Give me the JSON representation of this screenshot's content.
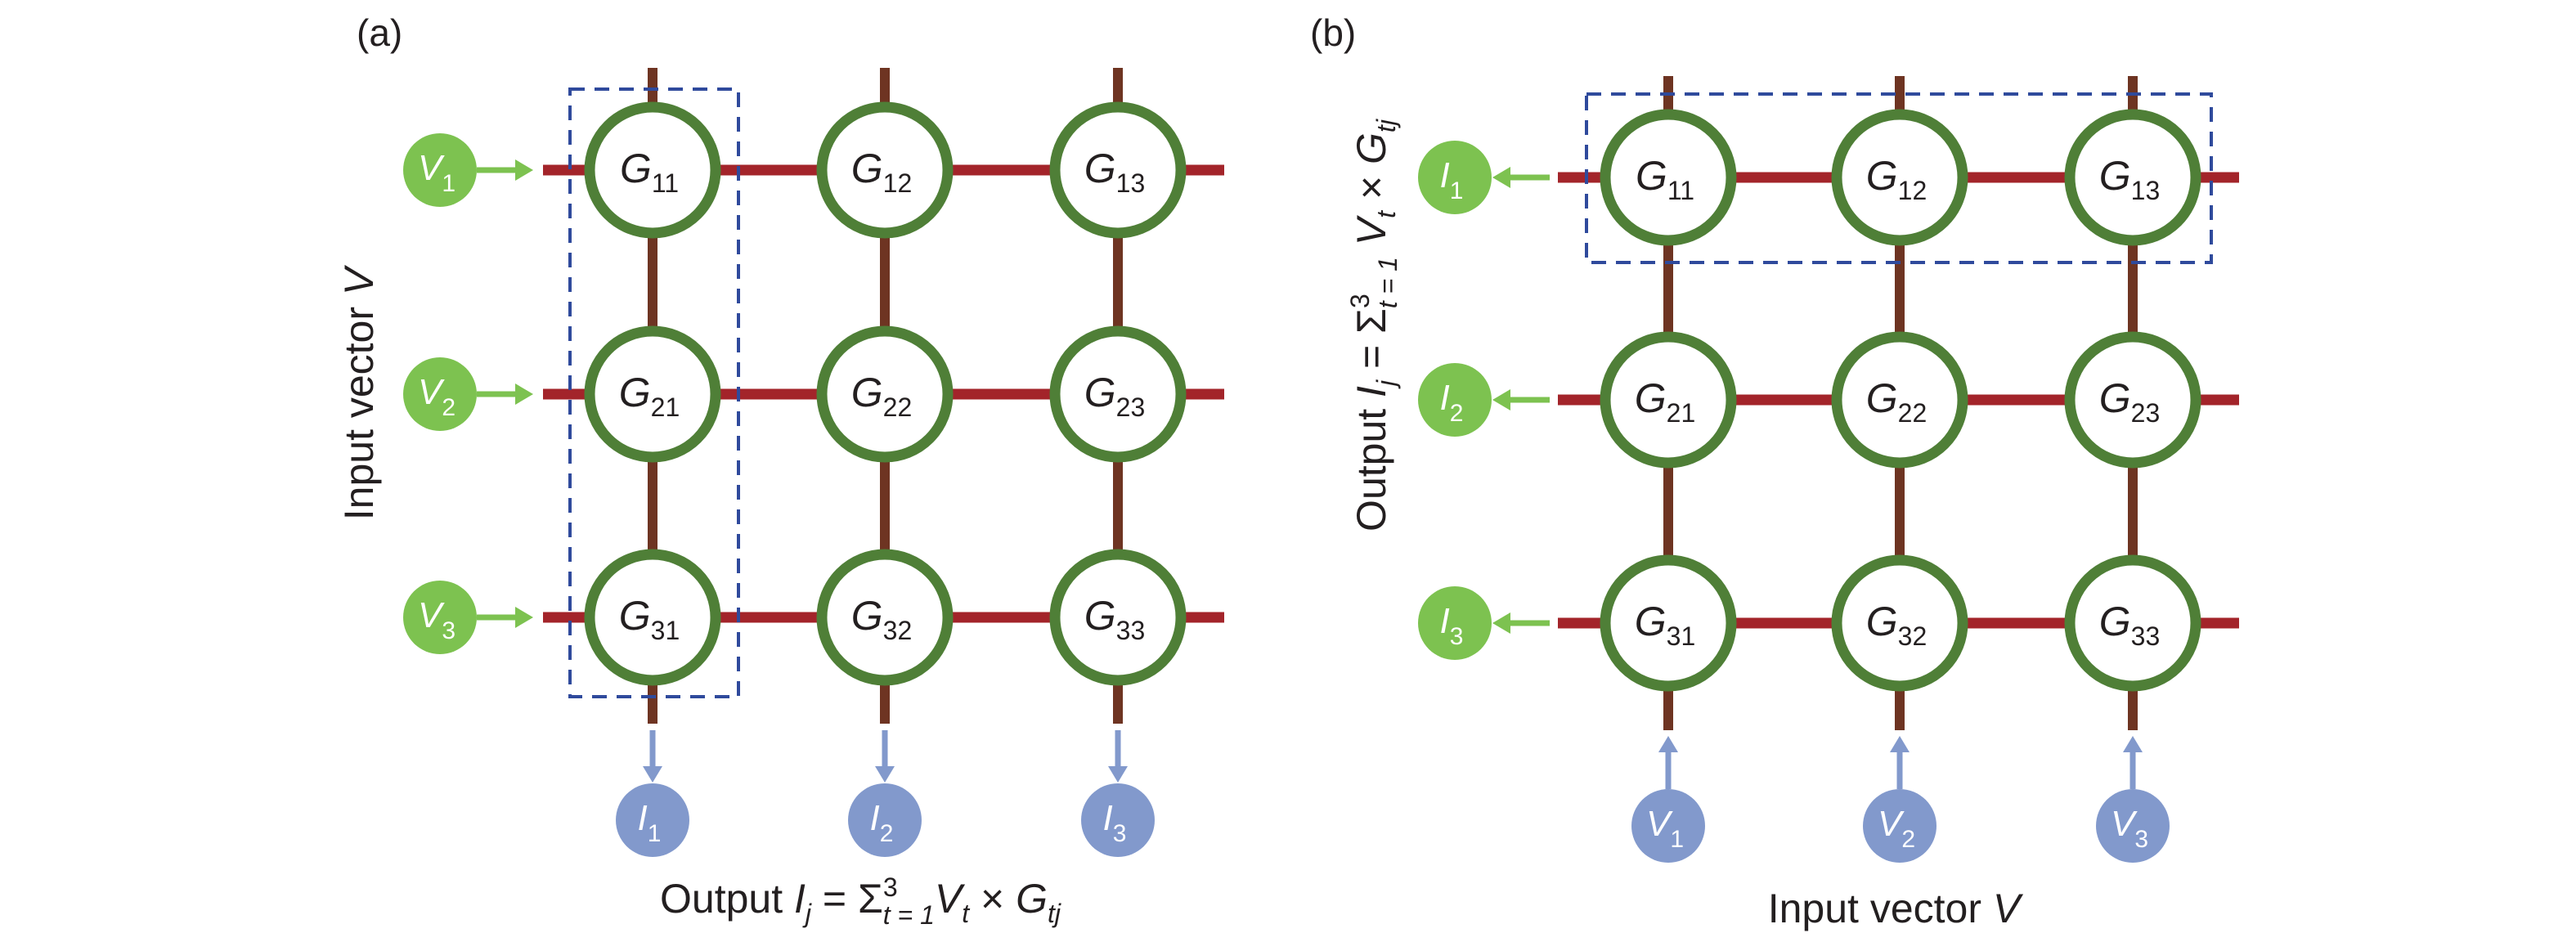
{
  "figure": {
    "panels": [
      {
        "id": "a",
        "tag": "(a)",
        "conductances": [
          [
            "11",
            "12",
            "13"
          ],
          [
            "21",
            "22",
            "23"
          ],
          [
            "31",
            "32",
            "33"
          ]
        ],
        "conductance_symbol": "G",
        "row_nodes": {
          "symbol": "V",
          "subscripts": [
            "1",
            "2",
            "3"
          ],
          "role": "input",
          "color": "#7dc250",
          "arrow_direction": "right"
        },
        "column_nodes": {
          "symbol": "I",
          "subscripts": [
            "1",
            "2",
            "3"
          ],
          "role": "output",
          "color": "#8299cc",
          "arrow_direction": "down"
        },
        "highlight": "column-1",
        "side_label": {
          "text": "Input vector ",
          "var": "V"
        },
        "bottom_label": {
          "prefix": "Output ",
          "lhs": "I",
          "lhs_sub": "j",
          "eq": " = Σ",
          "sup": "3",
          "sum_sub": "t = 1",
          "term1": "V",
          "term1_sub": "t",
          "times": " × ",
          "term2": "G",
          "term2_sub": "tj"
        }
      },
      {
        "id": "b",
        "tag": "(b)",
        "conductances": [
          [
            "11",
            "12",
            "13"
          ],
          [
            "21",
            "22",
            "23"
          ],
          [
            "31",
            "32",
            "33"
          ]
        ],
        "conductance_symbol": "G",
        "row_nodes": {
          "symbol": "I",
          "subscripts": [
            "1",
            "2",
            "3"
          ],
          "role": "output",
          "color": "#7dc250",
          "arrow_direction": "left"
        },
        "column_nodes": {
          "symbol": "V",
          "subscripts": [
            "1",
            "2",
            "3"
          ],
          "role": "input",
          "color": "#8299cc",
          "arrow_direction": "up"
        },
        "highlight": "row-1",
        "side_label": {
          "prefix": "Output ",
          "lhs": "I",
          "lhs_sub": "j",
          "eq": " = Σ",
          "sup": "3",
          "sum_sub": "t = 1",
          "term1": " V",
          "term1_sub": "t",
          "times": " × ",
          "term2": "G",
          "term2_sub": "tj"
        },
        "bottom_label": {
          "text": "Input vector ",
          "var": "V"
        }
      }
    ],
    "colors": {
      "row_wire": "#a3242a",
      "column_wire": "#6e3422",
      "memristor_ring": "#4f7f37",
      "highlight_box": "#2f4a9c",
      "text": "#231f20"
    }
  }
}
